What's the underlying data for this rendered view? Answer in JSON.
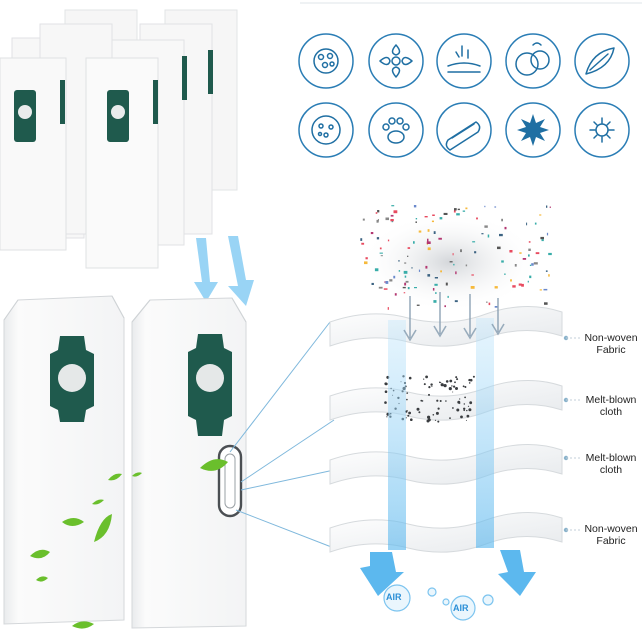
{
  "colors": {
    "icon_stroke": "#1f6fa3",
    "icon_ring": "#2a7db5",
    "bag_body": "#f7f7f7",
    "bag_edge": "#d9dcdf",
    "tab_green": "#1f5a4d",
    "flow_blue": "#6fc3f2",
    "leaf_green": "#6abf2c",
    "label_text": "#222222"
  },
  "icons": [
    "pollen-icon",
    "flower-icon",
    "skin-flakes-icon",
    "fruit-icon",
    "feather-icon",
    "dust-mite-icon",
    "paw-icon",
    "wood-chip-icon",
    "splash-icon",
    "microbe-icon"
  ],
  "layers": [
    {
      "line1": "Non-woven",
      "line2": "Fabric"
    },
    {
      "line1": "Melt-blown",
      "line2": "cloth"
    },
    {
      "line1": "Melt-blown",
      "line2": "cloth"
    },
    {
      "line1": "Non-woven",
      "line2": "Fabric"
    }
  ],
  "air": [
    "AIR",
    "AIR"
  ]
}
